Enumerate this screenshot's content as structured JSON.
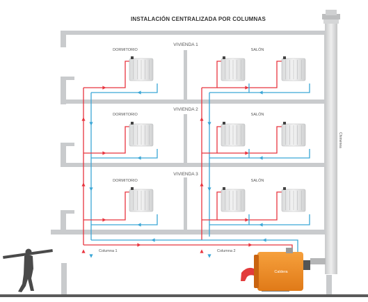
{
  "title": "INSTALACIÓN CENTRALIZADA POR COLUMNAS",
  "dwellings": [
    {
      "label": "VIVIENDA 1",
      "left_room": "DORMITORIO",
      "right_room": "SALÓN"
    },
    {
      "label": "VIVIENDA 2",
      "left_room": "DORMITORIO",
      "right_room": "SALÓN"
    },
    {
      "label": "VIVIENDA 3",
      "left_room": "DORMITORIO",
      "right_room": "SALÓN"
    }
  ],
  "columns": {
    "left": "Columna 1",
    "right": "Columna 2"
  },
  "boiler": {
    "label": "Caldera"
  },
  "chimney": {
    "label": "Chimenea"
  },
  "colors": {
    "supply_pipe": "#e8343e",
    "return_pipe": "#3aa6d6",
    "wall": "#c9cbcd",
    "boiler": "#f08a26",
    "chimney": "#d6d7d8"
  }
}
